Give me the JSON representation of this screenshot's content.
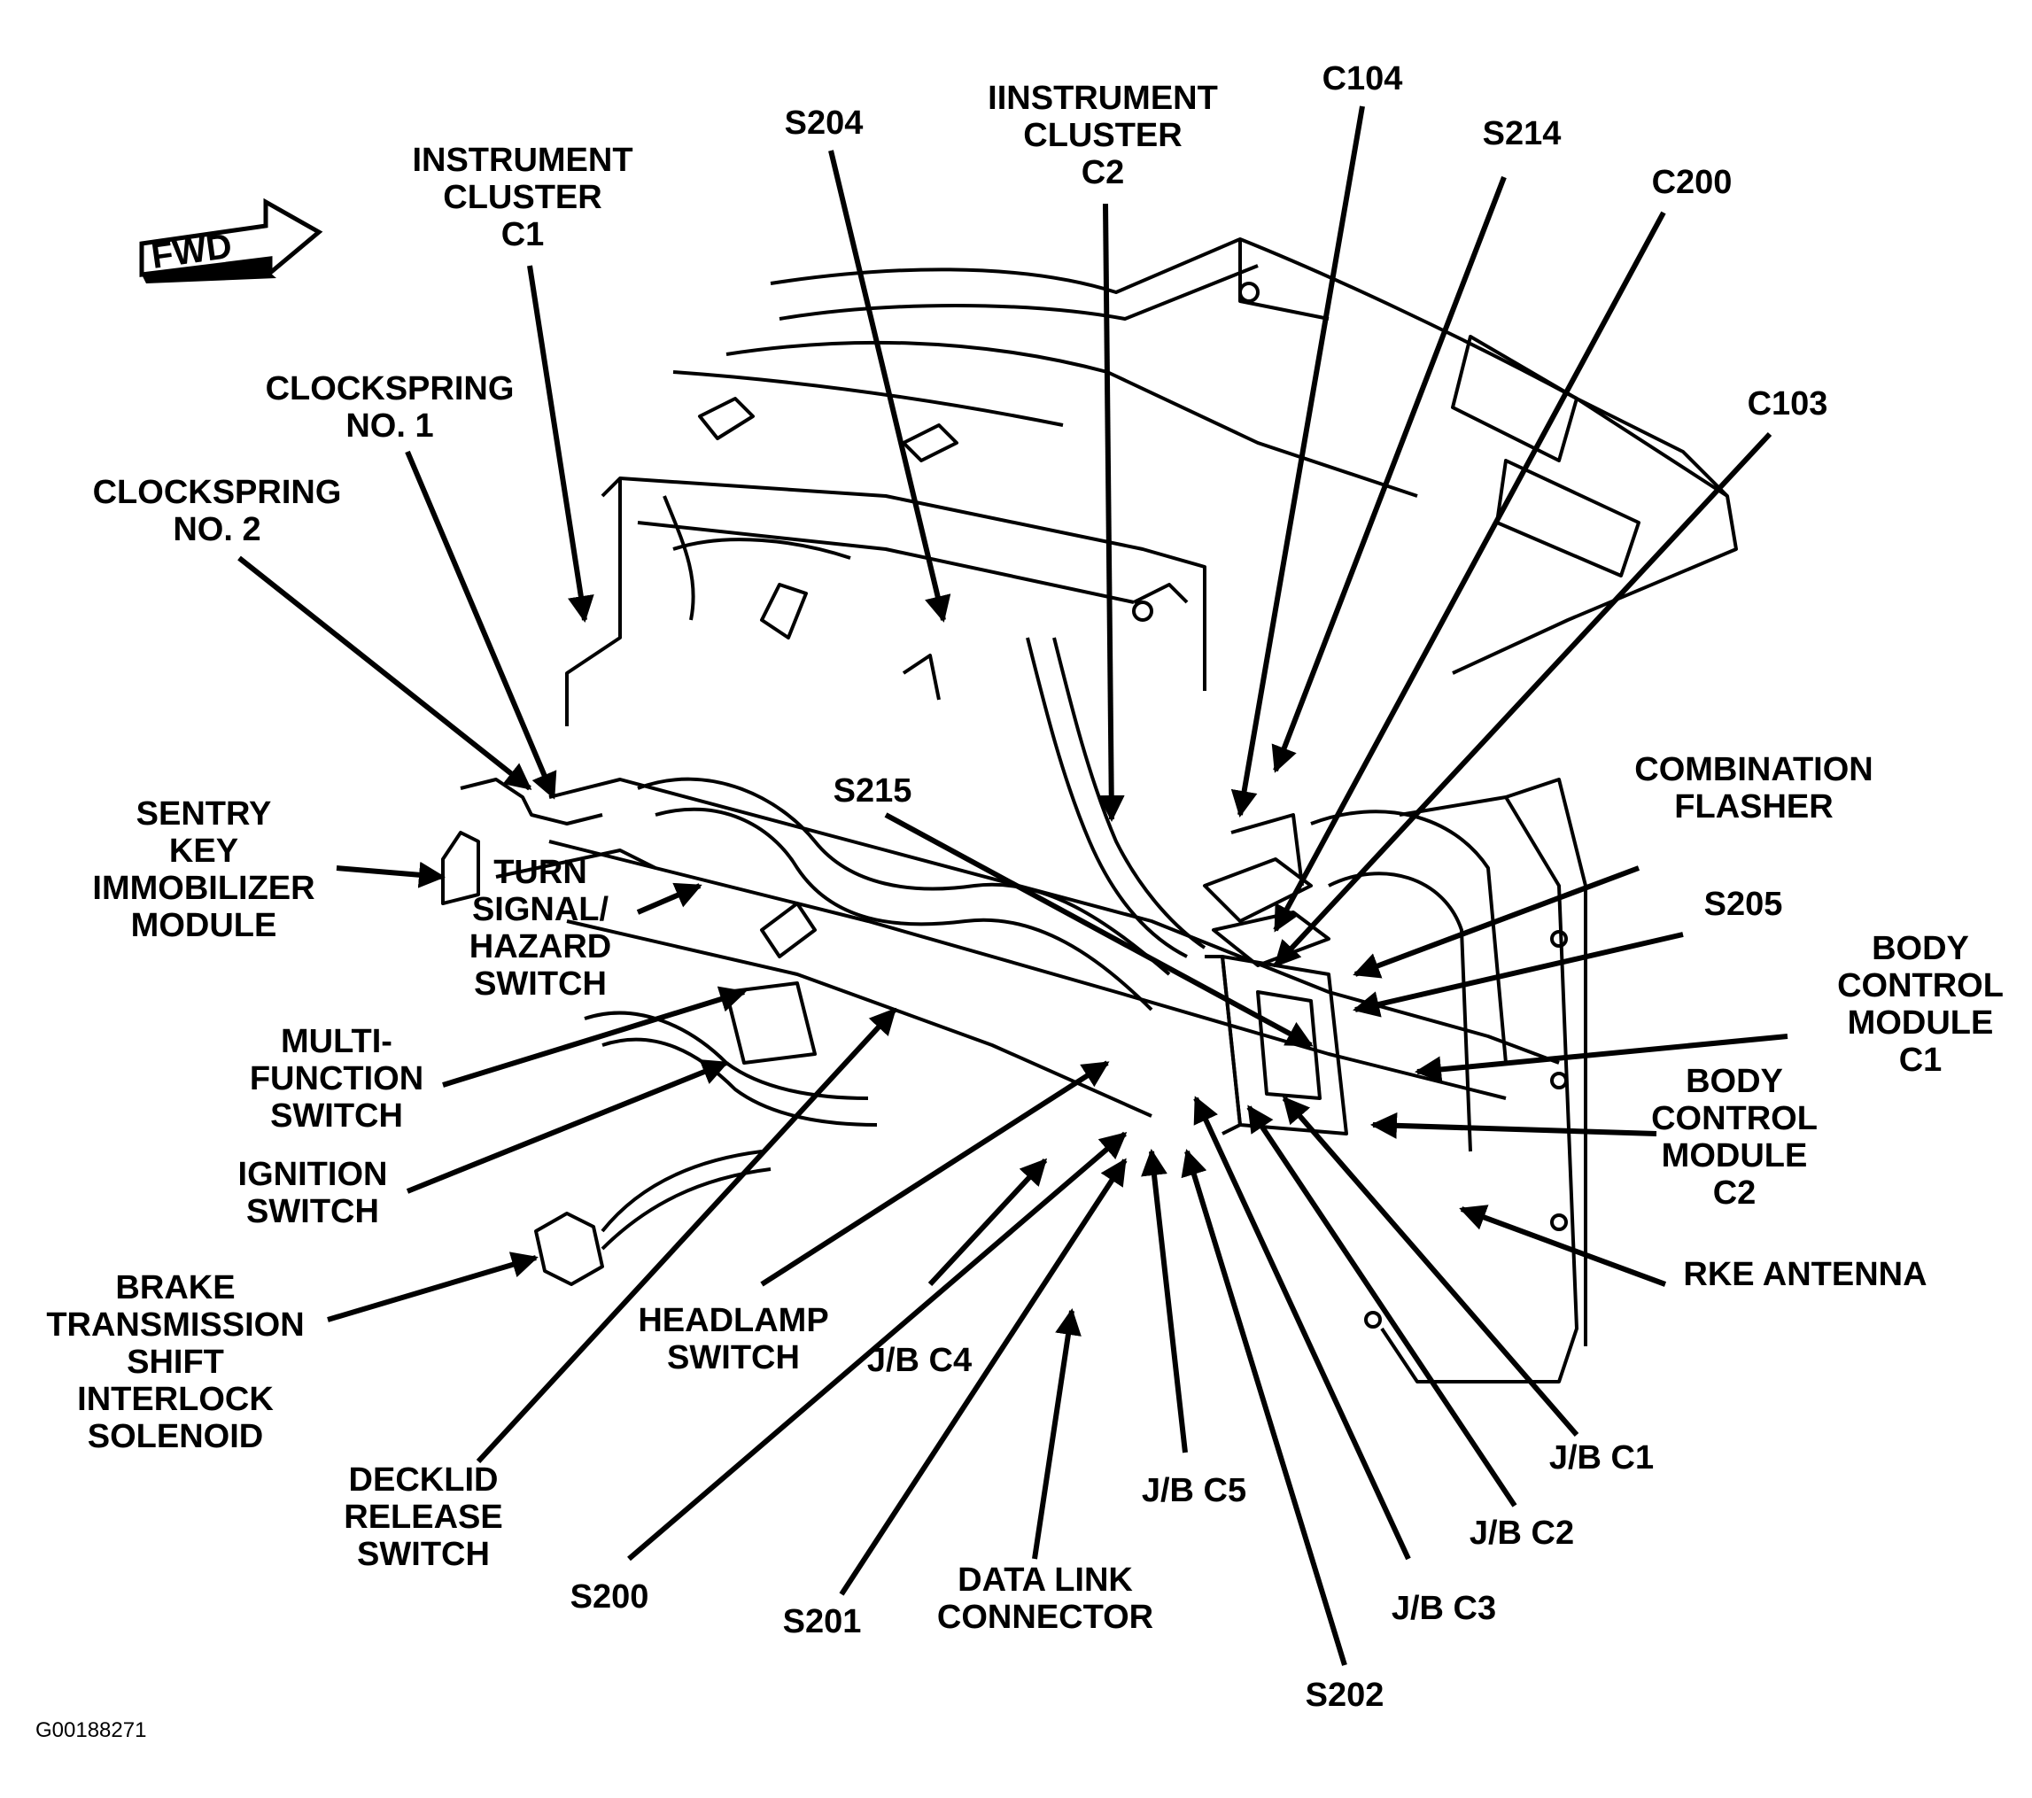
{
  "figure_id": "G00188271",
  "fwd_label": "FWD",
  "labels": {
    "instrument_cluster_c1": [
      "INSTRUMENT",
      "CLUSTER",
      "C1"
    ],
    "s204": [
      "S204"
    ],
    "instrument_cluster_c2": [
      "IINSTRUMENT",
      "CLUSTER",
      "C2"
    ],
    "c104": [
      "C104"
    ],
    "s214": [
      "S214"
    ],
    "c200": [
      "C200"
    ],
    "c103": [
      "C103"
    ],
    "clockspring_no1": [
      "CLOCKSPRING",
      "NO. 1"
    ],
    "clockspring_no2": [
      "CLOCKSPRING",
      "NO. 2"
    ],
    "combination_flasher": [
      "COMBINATION",
      "FLASHER"
    ],
    "s215": [
      "S215"
    ],
    "s205": [
      "S205"
    ],
    "sentry_key_immobilizer_module": [
      "SENTRY",
      "KEY",
      "IMMOBILIZER",
      "MODULE"
    ],
    "turn_signal_hazard_switch": [
      "TURN",
      "SIGNAL/",
      "HAZARD",
      "SWITCH"
    ],
    "body_control_module_c1": [
      "BODY",
      "CONTROL",
      "MODULE",
      "C1"
    ],
    "multi_function_switch": [
      "MULTI-",
      "FUNCTION",
      "SWITCH"
    ],
    "body_control_module_c2": [
      "BODY",
      "CONTROL",
      "MODULE",
      "C2"
    ],
    "ignition_switch": [
      "IGNITION",
      "SWITCH"
    ],
    "rke_antenna": [
      "RKE ANTENNA"
    ],
    "brake_transmission_shift_interlock_solenoid": [
      "BRAKE",
      "TRANSMISSION",
      "SHIFT",
      "INTERLOCK",
      "SOLENOID"
    ],
    "headlamp_switch": [
      "HEADLAMP",
      "SWITCH"
    ],
    "jb_c4": [
      "J/B C4"
    ],
    "jb_c1": [
      "J/B C1"
    ],
    "decklid_release_switch": [
      "DECKLID",
      "RELEASE",
      "SWITCH"
    ],
    "jb_c5": [
      "J/B C5"
    ],
    "jb_c2": [
      "J/B C2"
    ],
    "data_link_connector": [
      "DATA LINK",
      "CONNECTOR"
    ],
    "s200": [
      "S200"
    ],
    "s201": [
      "S201"
    ],
    "jb_c3": [
      "J/B C3"
    ],
    "s202": [
      "S202"
    ]
  }
}
